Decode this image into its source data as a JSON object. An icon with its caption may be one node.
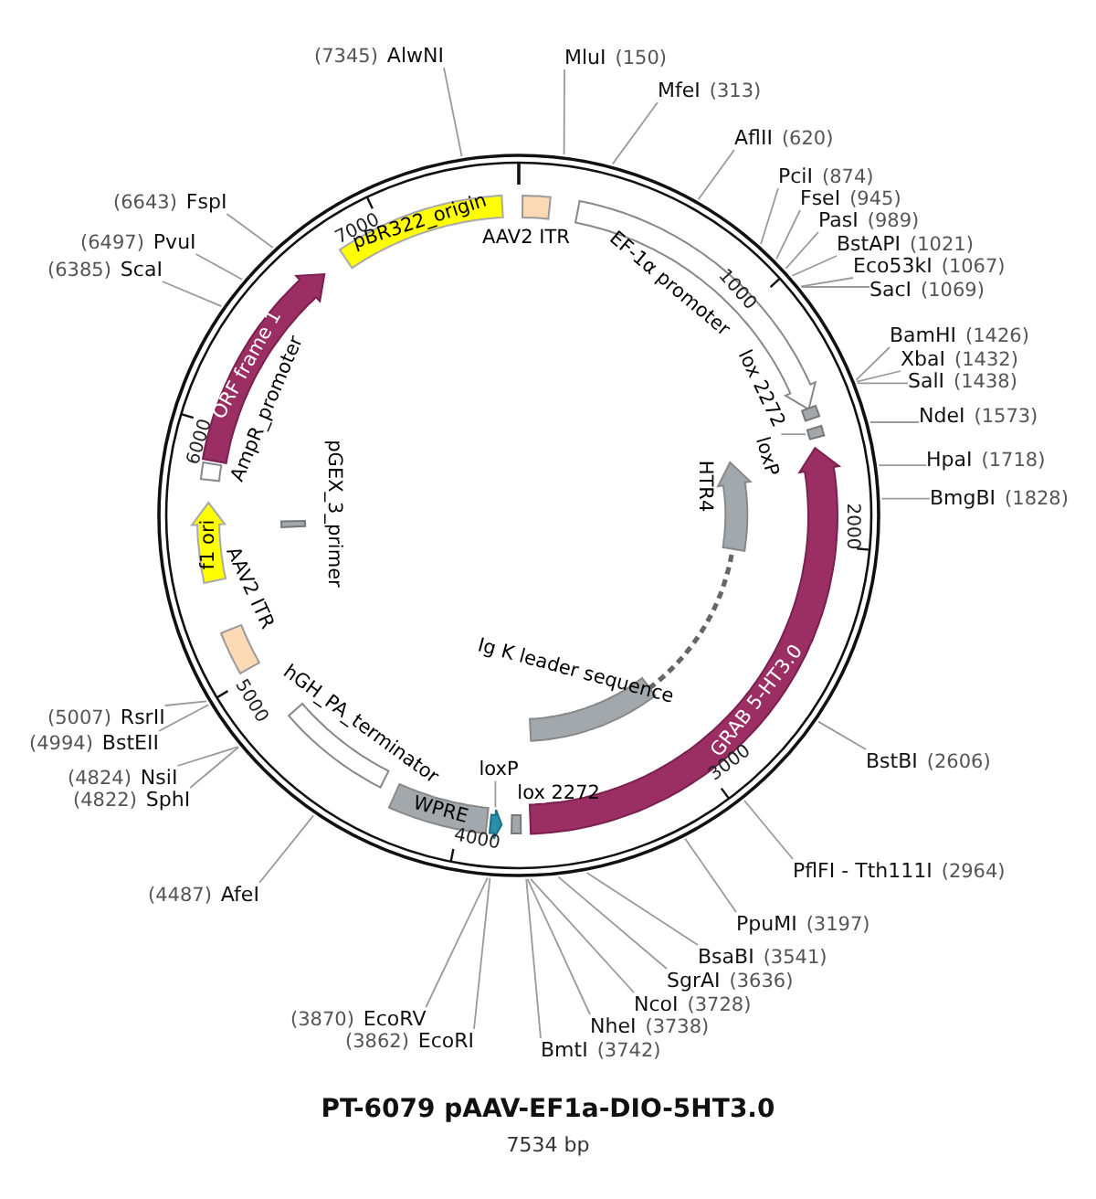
{
  "diagram": {
    "title": "PT-6079 pAAV-EF1a-DIO-5HT3.0",
    "caption": "7534 bp",
    "nodes": [
      {
        "text": [
          "MluI",
          "(150)"
        ]
      },
      {
        "text": [
          "MfeI",
          "(313)"
        ]
      },
      {
        "text": [
          "AflII",
          "(620)"
        ]
      },
      {
        "text": [
          "PciI",
          "(874)"
        ]
      },
      {
        "text": [
          "FseI",
          "(945)"
        ]
      },
      {
        "text": [
          "PasI",
          "(989)"
        ]
      },
      {
        "text": [
          "BstAPI",
          "(1021)"
        ]
      },
      {
        "text": [
          "Eco53kI",
          "(1067)"
        ]
      },
      {
        "text": [
          "SacI",
          "(1069)"
        ]
      },
      {
        "text": [
          "BamHI",
          "(1426)"
        ]
      },
      {
        "text": [
          "XbaI",
          "(1432)"
        ]
      },
      {
        "text": [
          "SalI",
          "(1438)"
        ]
      },
      {
        "text": [
          "NdeI",
          "(1573)"
        ]
      },
      {
        "text": [
          "HpaI",
          "(1718)"
        ]
      },
      {
        "text": [
          "BmgBI",
          "(1828)"
        ]
      },
      {
        "text": [
          "BstBI",
          "(2606)"
        ]
      },
      {
        "text": [
          "PflFI - Tth111I",
          "(2964)"
        ]
      },
      {
        "text": [
          "PpuMI",
          "(3197)"
        ]
      },
      {
        "text": [
          "BsaBI",
          "(3541)"
        ]
      },
      {
        "text": [
          "SgrAI",
          "(3636)"
        ]
      },
      {
        "text": [
          "NcoI",
          "(3728)"
        ]
      },
      {
        "text": [
          "NheI",
          "(3738)"
        ]
      },
      {
        "text": [
          "BmtI",
          "(3742)"
        ]
      },
      {
        "text": [
          "(3862)",
          "EcoRI"
        ]
      },
      {
        "text": [
          "(3870)",
          "EcoRV"
        ]
      },
      {
        "text": [
          "(4487)",
          "AfeI"
        ]
      },
      {
        "text": [
          "(4822)",
          "SphI"
        ]
      },
      {
        "text": [
          "(4824)",
          "NsiI"
        ]
      },
      {
        "text": [
          "(4994)",
          "BstEII"
        ]
      },
      {
        "text": [
          "(5007)",
          "RsrII"
        ]
      },
      {
        "text": [
          "(6385)",
          "ScaI"
        ]
      },
      {
        "text": [
          "(6497)",
          "PvuI"
        ]
      },
      {
        "text": [
          "(6643)",
          "FspI"
        ]
      },
      {
        "text": [
          "(7345)",
          "AlwNI"
        ]
      },
      {
        "text": [
          "pBR322_origin"
        ]
      },
      {
        "text": [
          "AAV2 ITR"
        ]
      },
      {
        "text": [
          "EF-1α promoter"
        ]
      },
      {
        "text": [
          "lox 2272"
        ]
      },
      {
        "text": [
          "loxP"
        ]
      },
      {
        "text": [],
        "shape": "box"
      },
      {
        "text": [
          "GRAB 5-HT3.0"
        ]
      },
      {
        "text": [
          "HTR4"
        ]
      },
      {
        "text": [
          "Ig K leader sequence"
        ]
      },
      {
        "text": [
          "WPRE"
        ]
      },
      {
        "text": [
          "loxP"
        ]
      },
      {
        "text": [],
        "shape": "box"
      },
      {
        "text": [
          "lox 2272"
        ]
      },
      {
        "text": [
          "hGH_PA_terminator"
        ]
      },
      {
        "text": [
          "AAV2 ITR"
        ]
      },
      {
        "text": [
          "f1 ori"
        ]
      },
      {
        "text": [
          "AmpR_promoter"
        ]
      },
      {
        "text": [
          "ORF frame 1"
        ]
      },
      {
        "text": [
          "pGEX_3_primer"
        ]
      }
    ],
    "edges": [
      {
        "from": 0,
        "to": null,
        "arrow": "none"
      },
      {
        "from": 1,
        "to": null,
        "arrow": "none"
      },
      {
        "from": 2,
        "to": null,
        "arrow": "none"
      },
      {
        "from": 3,
        "to": null,
        "arrow": "none"
      },
      {
        "from": 4,
        "to": null,
        "arrow": "none"
      },
      {
        "from": 5,
        "to": null,
        "arrow": "none"
      },
      {
        "from": 6,
        "to": null,
        "arrow": "none"
      },
      {
        "from": 7,
        "to": null,
        "arrow": "none"
      },
      {
        "from": 8,
        "to": null,
        "arrow": "none"
      },
      {
        "from": 9,
        "to": null,
        "arrow": "none"
      },
      {
        "from": 10,
        "to": null,
        "arrow": "none"
      },
      {
        "from": 11,
        "to": null,
        "arrow": "none"
      },
      {
        "from": 12,
        "to": null,
        "arrow": "none"
      },
      {
        "from": 13,
        "to": null,
        "arrow": "none"
      },
      {
        "from": 14,
        "to": null,
        "arrow": "none"
      },
      {
        "from": 15,
        "to": null,
        "arrow": "none"
      },
      {
        "from": 16,
        "to": null,
        "arrow": "none"
      },
      {
        "from": 17,
        "to": null,
        "arrow": "none"
      },
      {
        "from": 18,
        "to": null,
        "arrow": "none"
      },
      {
        "from": 19,
        "to": null,
        "arrow": "none"
      },
      {
        "from": 20,
        "to": null,
        "arrow": "none"
      },
      {
        "from": 21,
        "to": null,
        "arrow": "none"
      },
      {
        "from": 22,
        "to": null,
        "arrow": "none"
      },
      {
        "from": 23,
        "to": null,
        "arrow": "none"
      },
      {
        "from": 24,
        "to": null,
        "arrow": "none"
      },
      {
        "from": 25,
        "to": null,
        "arrow": "none"
      },
      {
        "from": 26,
        "to": null,
        "arrow": "none"
      },
      {
        "from": 27,
        "to": null,
        "arrow": "none"
      },
      {
        "from": 28,
        "to": null,
        "arrow": "none"
      },
      {
        "from": 29,
        "to": null,
        "arrow": "none"
      },
      {
        "from": 30,
        "to": null,
        "arrow": "none"
      },
      {
        "from": 31,
        "to": null,
        "arrow": "none"
      },
      {
        "from": 32,
        "to": null,
        "arrow": "none"
      },
      {
        "from": 33,
        "to": null,
        "arrow": "none"
      },
      {
        "from": 38,
        "to": 39,
        "arrow": "none"
      },
      {
        "from": 44,
        "to": 45,
        "arrow": "none"
      },
      {
        "from": 42,
        "to": 41,
        "arrow": "none",
        "style": "dashed"
      }
    ],
    "labels": [
      "1000",
      "2000",
      "3000",
      "4000",
      "5000",
      "6000",
      "7000"
    ]
  }
}
